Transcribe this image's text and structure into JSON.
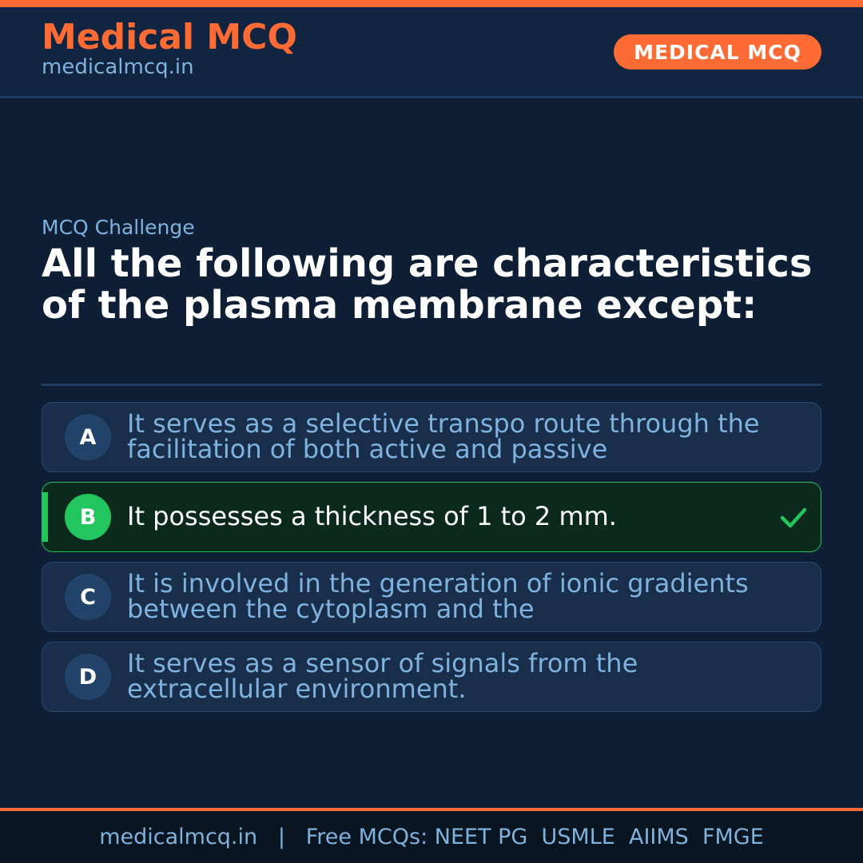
{
  "header": {
    "title": "Medical MCQ",
    "url": "medicalmcq.in",
    "badge": "MEDICAL MCQ"
  },
  "question": {
    "kicker": "MCQ Challenge",
    "text": "All the following are characteristics of the plasma membrane except:"
  },
  "options": [
    {
      "letter": "A",
      "text": "It serves as a selective transpo route through the facilitation of both active and passive",
      "correct": false
    },
    {
      "letter": "B",
      "text": "It possesses a thickness of 1 to 2 mm.",
      "correct": true,
      "icon": "check-icon"
    },
    {
      "letter": "C",
      "text": "It is involved in the generation of ionic gradients between the cytoplasm and the",
      "correct": false
    },
    {
      "letter": "D",
      "text": "It serves as a sensor of signals from the extracellular environment.",
      "correct": false
    }
  ],
  "footer": {
    "text": "medicalmcq.in   |   Free MCQs: NEET PG  USMLE  AIIMS  FMGE"
  },
  "colors": {
    "accent": "#ff6b35",
    "background": "#0e1f35",
    "header": "#122540",
    "correct": "#22c55e",
    "muted_text": "#7fb2dc"
  }
}
